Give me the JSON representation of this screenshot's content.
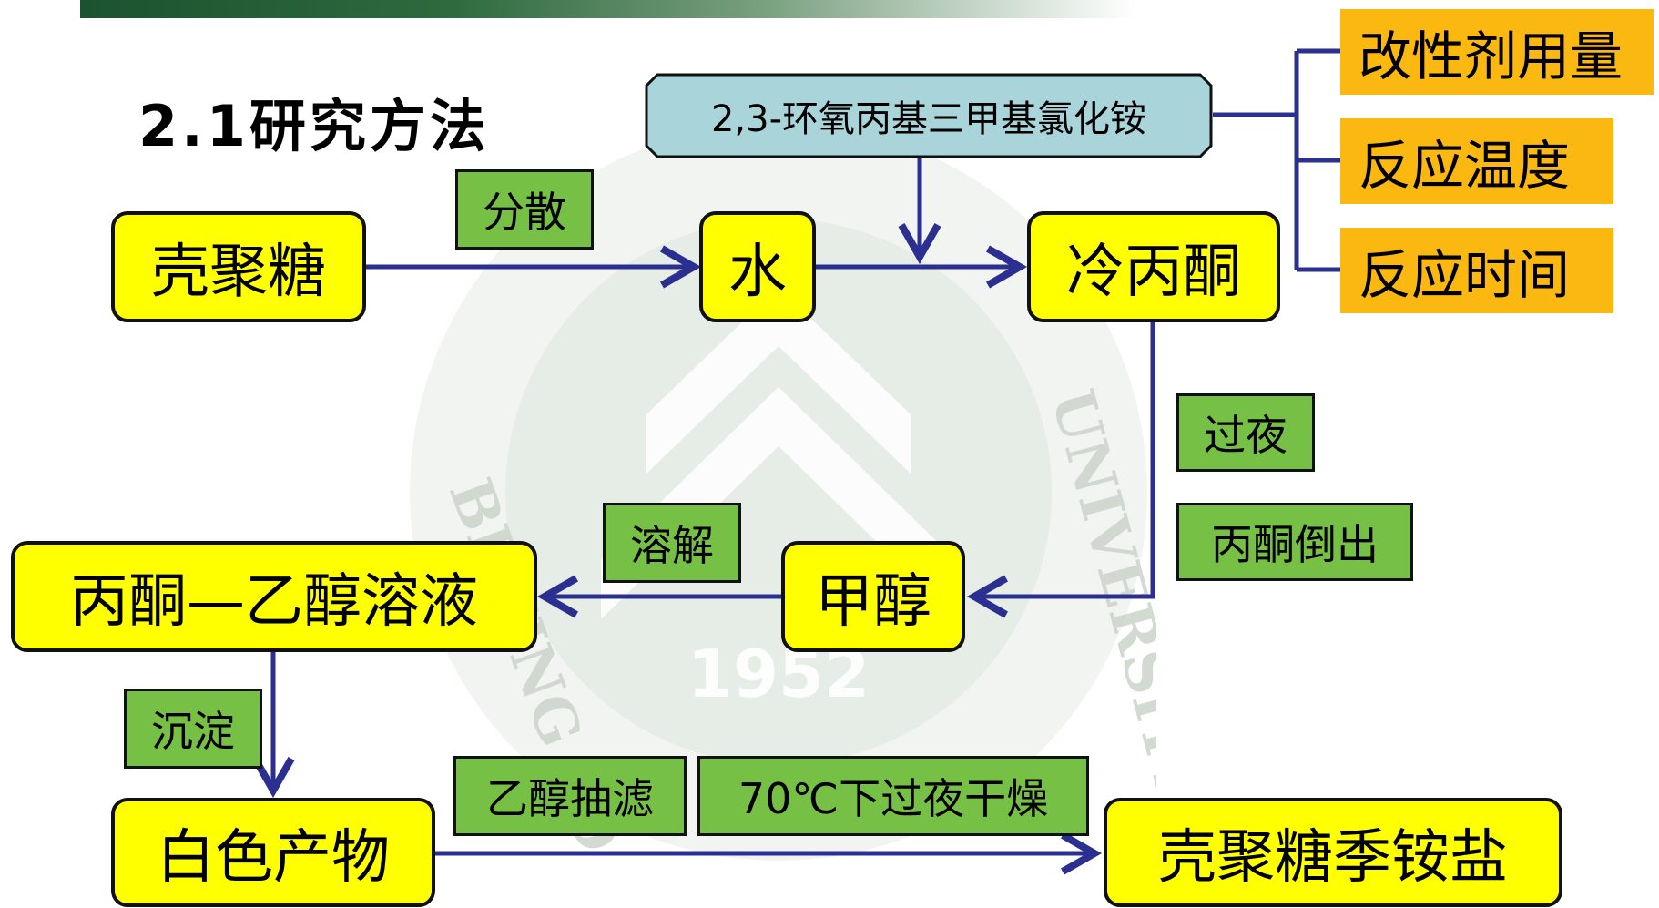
{
  "title": "2.1研究方法",
  "reagent": "2,3-环氧丙基三甲基氯化铵",
  "factors": [
    "改性剂用量",
    "反应温度",
    "反应时间"
  ],
  "nodes": {
    "chitosan": "壳聚糖",
    "water": "水",
    "cold_acetone": "冷丙酮",
    "methanol": "甲醇",
    "acetone_ethanol": "丙酮—乙醇溶液",
    "white_product": "白色产物",
    "quaternary_salt": "壳聚糖季铵盐"
  },
  "steps": {
    "disperse": "分散",
    "overnight": "过夜",
    "pour_acetone": "丙酮倒出",
    "dissolve": "溶解",
    "precipitate": "沉淀",
    "ethanol_filter": "乙醇抽滤",
    "dry": "70℃下过夜干燥"
  },
  "watermark": {
    "year": "1952",
    "text_left": "BEIJING FO",
    "text_right": "UNIVERSITY"
  },
  "colors": {
    "node_fill": "#ffff00",
    "step_fill": "#77c046",
    "factor_fill": "#fbb810",
    "reagent_fill": "#a9d4d9",
    "arrow": "#2b2f8f",
    "header_bar": "#1c5230"
  }
}
